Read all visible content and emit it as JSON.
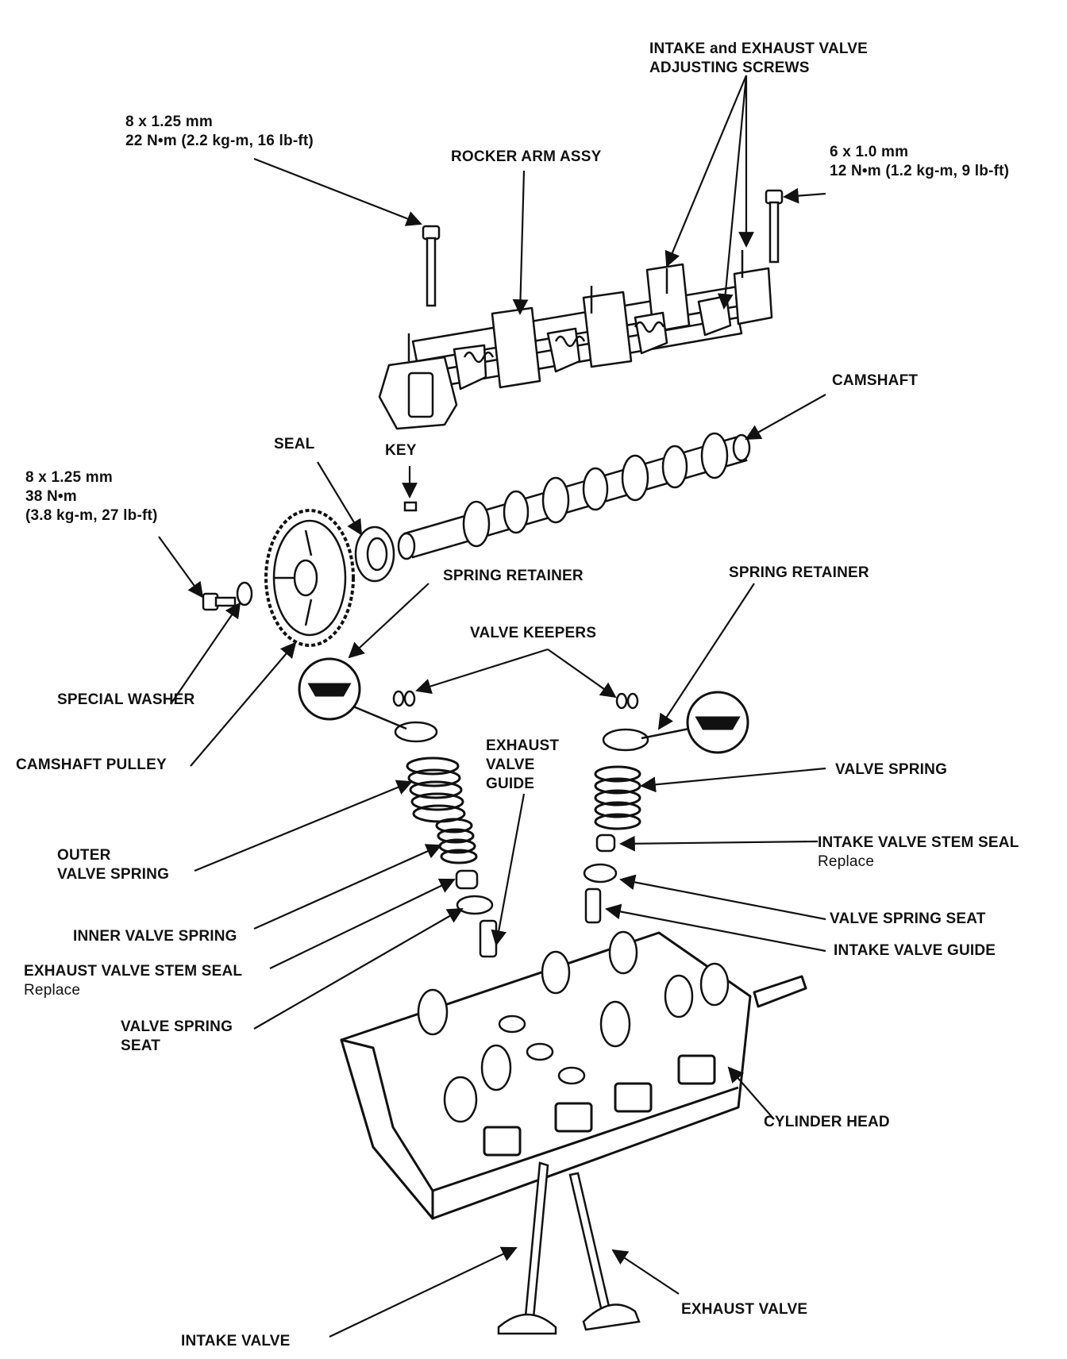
{
  "labels": {
    "intake_exhaust_screws": [
      "INTAKE and EXHAUST VALVE",
      "ADJUSTING SCREWS"
    ],
    "bolt_top_left": [
      "8 x 1.25 mm",
      "22 N•m (2.2 kg-m, 16 lb-ft)"
    ],
    "rocker_arm_assy": "ROCKER ARM ASSY",
    "bolt_top_right": [
      "6 x 1.0 mm",
      "12 N•m (1.2 kg-m, 9 lb-ft)"
    ],
    "camshaft": "CAMSHAFT",
    "seal": "SEAL",
    "key": "KEY",
    "bolt_pulley": [
      "8 x 1.25 mm",
      "38 N•m",
      "(3.8 kg-m, 27 lb-ft)"
    ],
    "spring_retainer_left": "SPRING RETAINER",
    "spring_retainer_right": "SPRING RETAINER",
    "valve_keepers": "VALVE KEEPERS",
    "special_washer": "SPECIAL WASHER",
    "camshaft_pulley": "CAMSHAFT PULLEY",
    "exhaust_valve_guide": [
      "EXHAUST",
      "VALVE",
      "GUIDE"
    ],
    "valve_spring": "VALVE SPRING",
    "outer_valve_spring": [
      "OUTER",
      "VALVE SPRING"
    ],
    "intake_valve_stem_seal": "INTAKE VALVE STEM SEAL",
    "intake_valve_stem_seal_note": "Replace",
    "inner_valve_spring": "INNER VALVE SPRING",
    "valve_spring_seat_right": "VALVE SPRING SEAT",
    "exhaust_valve_stem_seal": "EXHAUST VALVE STEM SEAL",
    "exhaust_valve_stem_seal_note": "Replace",
    "intake_valve_guide": "INTAKE VALVE GUIDE",
    "valve_spring_seat_left": [
      "VALVE SPRING",
      "SEAT"
    ],
    "cylinder_head": "CYLINDER HEAD",
    "exhaust_valve": "EXHAUST VALVE",
    "intake_valve": "INTAKE VALVE"
  },
  "colors": {
    "ink": "#111111",
    "paper": "#ffffff"
  }
}
